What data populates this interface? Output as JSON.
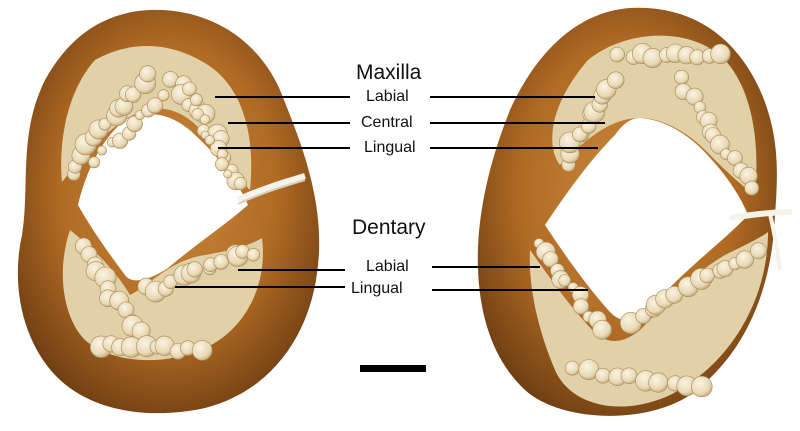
{
  "maxilla": {
    "heading": "Maxilla",
    "labels": [
      "Labial",
      "Central",
      "Lingual"
    ]
  },
  "dentary": {
    "heading": "Dentary",
    "labels": [
      "Labial",
      "Lingual"
    ]
  },
  "colors": {
    "background": "#ffffff",
    "bone": "#b8762a",
    "bone_dark": "#7a4a16",
    "teeth": "#efe2c4",
    "teeth_shade": "#cdb88e",
    "leader_lines": "#000000",
    "scale_bar": "#000000"
  },
  "icons": [
    "specimen-left-photo",
    "specimen-right-photo",
    "tie-string",
    "scale-bar"
  ]
}
